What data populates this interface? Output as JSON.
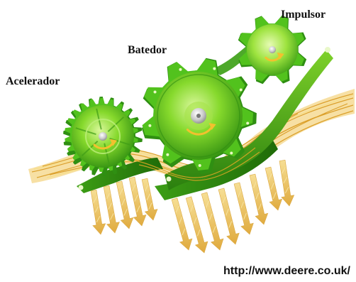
{
  "labels": {
    "accelerator": "Acelerador",
    "beater": "Batedor",
    "impeller": "Impulsor"
  },
  "source_url": "http://www.deere.co.uk/",
  "colors": {
    "gear_light": "#9be33a",
    "gear_mid": "#52c21d",
    "gear_dark": "#2f8f12",
    "chute": "#3b9f16",
    "straw": "#e3b33a",
    "straw_light": "#f4d46b",
    "rotation_arrow": "#f2c12e"
  },
  "icons": {
    "rotation": "clockwise-arrow",
    "flow": "down-arrow"
  }
}
